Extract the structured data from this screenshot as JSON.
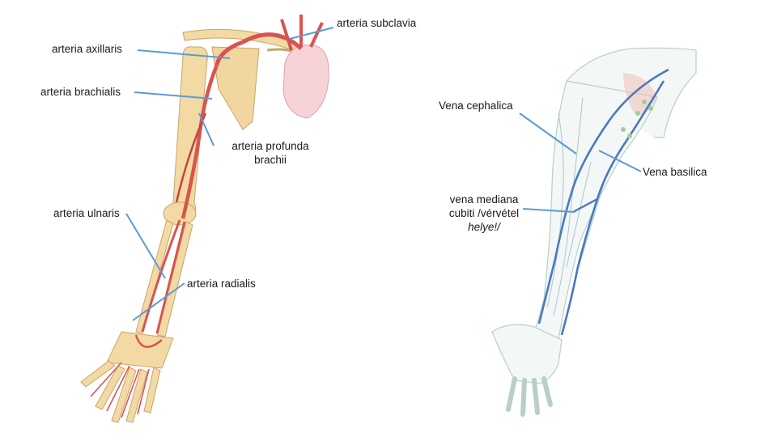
{
  "labels": {
    "subclavia": "arteria subclavia",
    "axillaris": "arteria axillaris",
    "brachialis": "arteria brachialis",
    "profunda_line1": "arteria profunda",
    "profunda_line2": "brachii",
    "ulnaris": "arteria ulnaris",
    "radialis": "arteria radialis",
    "cephalica": "Vena cephalica",
    "basilica": "Vena basilica",
    "mediana_line1": "vena mediana",
    "mediana_line2": "cubiti /vérvétel",
    "mediana_line3": "helye!/"
  },
  "colors": {
    "leader_line": "#5b9bd5",
    "artery": "#d9534f",
    "bone": "#f3d9a4",
    "vein": "#4a78c2",
    "skin_outline": "#b8cfc8"
  }
}
